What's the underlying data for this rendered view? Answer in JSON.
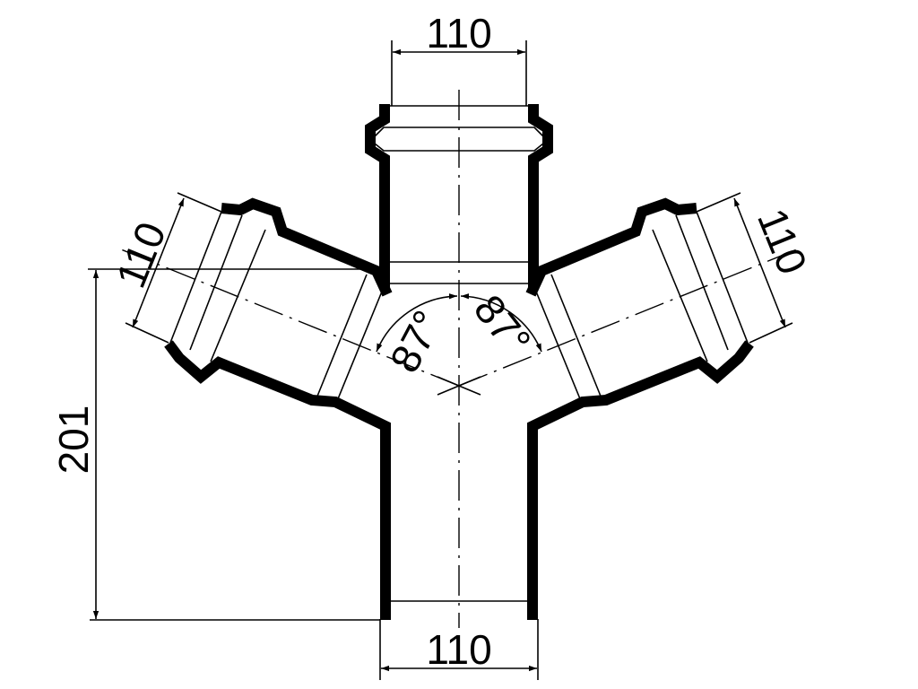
{
  "drawing": {
    "top_diameter": "110",
    "bottom_diameter": "110",
    "left_branch_diameter": "110",
    "right_branch_diameter": "110",
    "height": "201",
    "left_angle": "87°",
    "right_angle": "87°"
  },
  "colors": {
    "line": "#000000",
    "background": "#ffffff"
  }
}
